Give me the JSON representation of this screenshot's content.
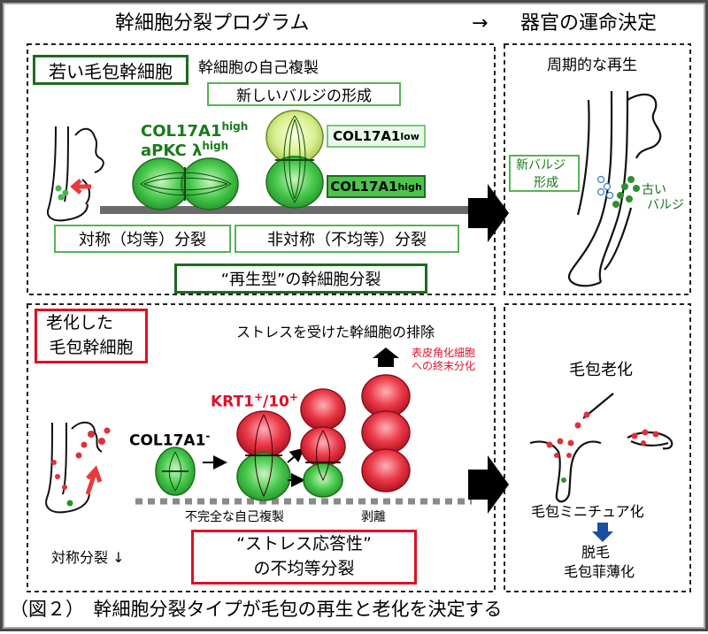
{
  "header": {
    "title": "幹細胞分裂プログラム",
    "arrow": "→",
    "right_title": "器官の運命決定"
  },
  "top_panel": {
    "label": "若い毛包幹細胞",
    "self_renewal": "幹細胞の自己複製",
    "new_bulge": "新しいバルジの形成",
    "col_high_main": "COL17A1",
    "col_high_sup": "high",
    "apkc_main": "aPKC λ",
    "apkc_sup": "high",
    "col_low_main": "COL17A1",
    "col_low_sup": "low",
    "col_high2_main": "COL17A1",
    "col_high2_sup": "high",
    "symmetric": "対称（均等）分裂",
    "asymmetric": "非対称（不均等）分裂",
    "regen_type": "“再生型”の幹細胞分裂"
  },
  "top_right": {
    "title": "周期的な再生",
    "new_bulge_1": "新バルジ",
    "new_bulge_2": "形成",
    "old_bulge_1": "古い",
    "old_bulge_2": "バルジ"
  },
  "bottom_panel": {
    "label_1": "老化した",
    "label_2": "毛包幹細胞",
    "stress_exclusion": "ストレスを受けた幹細胞の排除",
    "diff_1": "表皮角化細胞",
    "diff_2": "への終末分化",
    "krt_main": "KRT1",
    "krt_sup1": "+",
    "krt_mid": "/10",
    "krt_sup2": "+",
    "col_main": "COL17A1",
    "col_sup": "-",
    "incomplete": "不完全な自己複製",
    "detach": "剥離",
    "symmetric_down": "対称分裂 ↓",
    "stress_resp_1": "“ストレス応答性”",
    "stress_resp_2": "の不均等分裂"
  },
  "bottom_right": {
    "title": "毛包老化",
    "miniature": "毛包ミニチュア化",
    "hair_loss": "脱毛",
    "thinning": "毛包菲薄化"
  },
  "caption": "（図２）　幹細胞分裂タイプが毛包の再生と老化を決定する",
  "colors": {
    "green_dark": "#1a6e1a",
    "green_cell": "#4fcf4f",
    "green_light": "#d6f2a0",
    "red_cell": "#e0303c",
    "red_text": "#e0102a",
    "panel_border_green": "#1e6a1e",
    "panel_border_red": "#e01020"
  }
}
